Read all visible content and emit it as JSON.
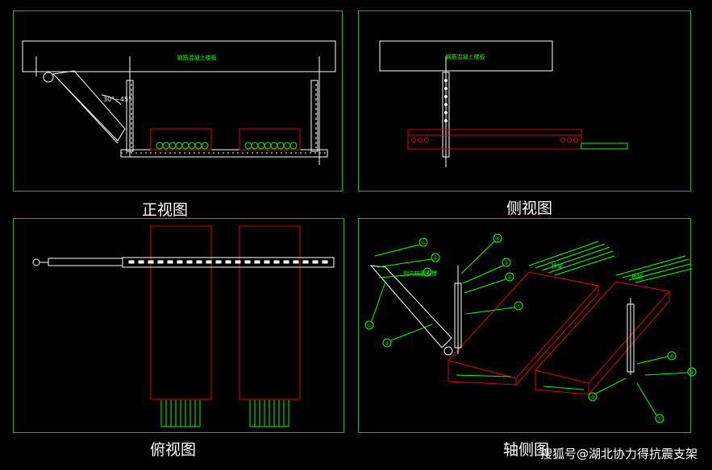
{
  "views": {
    "front": {
      "caption": "正视图",
      "slab_label": "钢筋混凝土楼板",
      "angle_label": "30°~45°"
    },
    "side": {
      "caption": "侧视图",
      "slab_label": "钢筋混凝土楼板"
    },
    "top": {
      "caption": "俯视图"
    },
    "axo": {
      "caption": "轴侧图",
      "labels": {
        "bridge_1": "桥架",
        "bridge_2": "桥架",
        "brace": "侧向抗震支撑"
      },
      "callouts": [
        "①",
        "②",
        "③",
        "④",
        "⑤",
        "⑥",
        "⑦",
        "⑧",
        "⑨",
        "⑩",
        "⑪"
      ]
    }
  },
  "watermark": "搜狐号@湖北协力得抗震支架",
  "colors": {
    "frame": "#00c800",
    "tray": "#e00000",
    "structure": "#ffffff",
    "callout": "#00ff00"
  }
}
